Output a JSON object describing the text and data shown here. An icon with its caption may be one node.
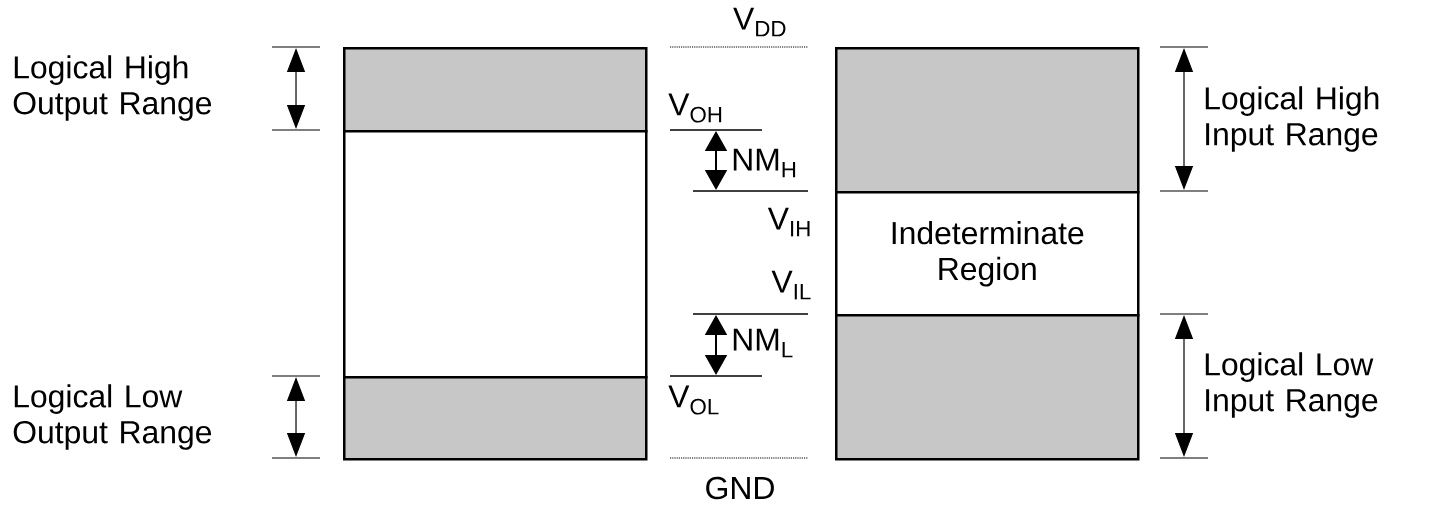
{
  "diagram": {
    "nodes": [
      {
        "text": [],
        "shape": "box"
      },
      {
        "text": [],
        "shape": "box"
      },
      {
        "text": [],
        "shape": "box"
      },
      {
        "text": [],
        "shape": "box"
      },
      {
        "text": [
          "Indeterminate Region"
        ]
      },
      {
        "text": [],
        "shape": "box"
      }
    ],
    "labels": [
      "V$_{DD}$",
      "Logical High Output Range",
      "Logical High Input Range",
      "V$_{OH}$",
      "NM$_{H}$",
      "V$_{IH}$",
      "V$_{IL}$",
      "NM$_{L}$",
      "Logical Low Output Range",
      "V$_{OL}$",
      "Logical Low Input Range",
      "GND"
    ]
  }
}
